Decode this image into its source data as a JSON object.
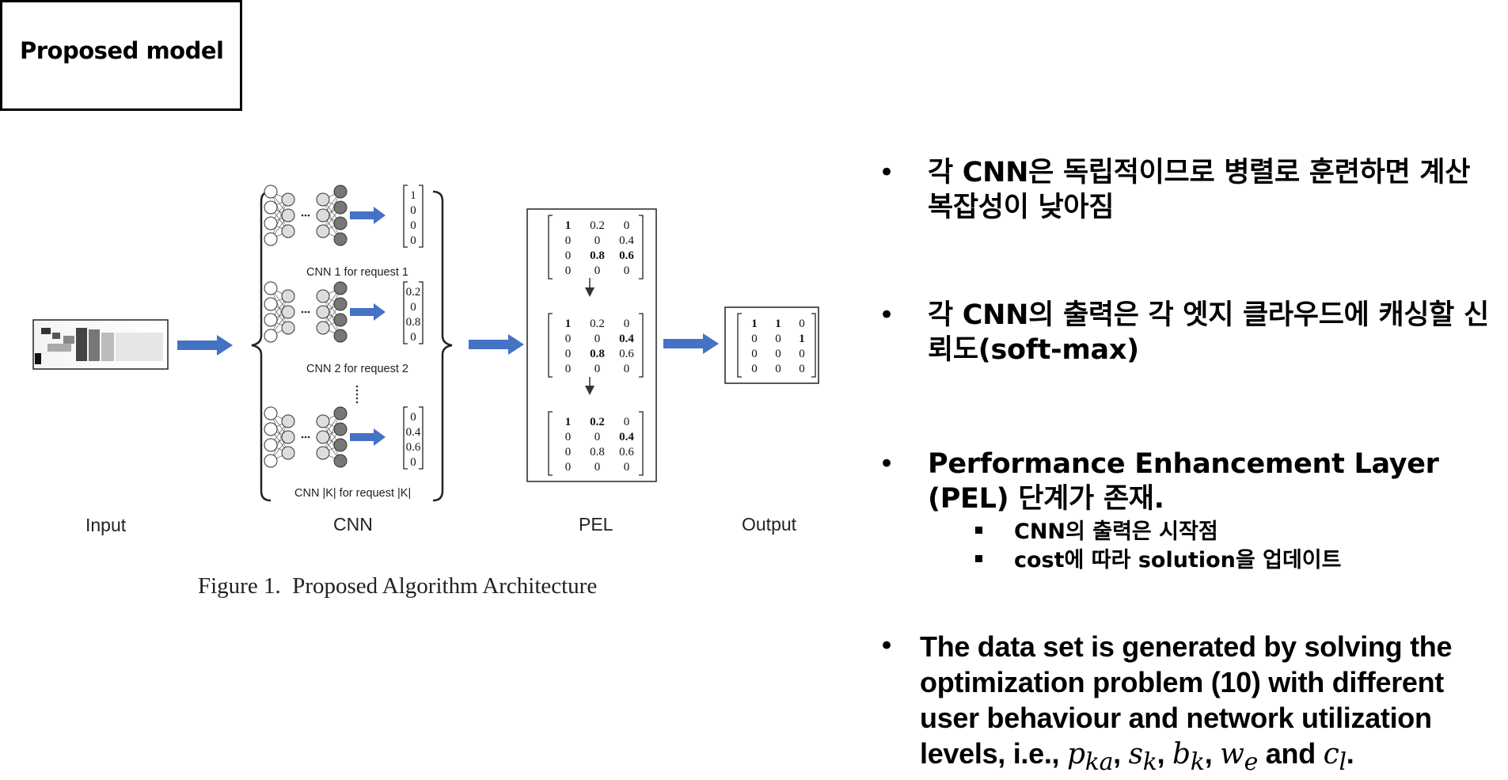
{
  "slide_title": "Proposed model",
  "diagram": {
    "stage_labels": {
      "input": "Input",
      "cnn": "CNN",
      "pel": "PEL",
      "output": "Output"
    },
    "cnn_labels": [
      "CNN 1 for request 1",
      "CNN 2 for request 2",
      "CNN |K| for request |K|"
    ],
    "cnn_outputs": [
      [
        "1",
        "0",
        "0",
        "0"
      ],
      [
        "0.2",
        "0",
        "0.8",
        "0"
      ],
      [
        "0",
        "0.4",
        "0.6",
        "0"
      ]
    ],
    "pel_matrices": [
      [
        [
          "1",
          "0.2",
          "0"
        ],
        [
          "0",
          "0",
          "0.4"
        ],
        [
          "0",
          "0.8",
          "0.6"
        ],
        [
          "0",
          "0",
          "0"
        ]
      ],
      [
        [
          "1",
          "0.2",
          "0"
        ],
        [
          "0",
          "0",
          "0.4"
        ],
        [
          "0",
          "0.8",
          "0.6"
        ],
        [
          "0",
          "0",
          "0"
        ]
      ],
      [
        [
          "1",
          "0.2",
          "0"
        ],
        [
          "0",
          "0",
          "0.4"
        ],
        [
          "0",
          "0.8",
          "0.6"
        ],
        [
          "0",
          "0",
          "0"
        ]
      ]
    ],
    "output_matrix": [
      [
        "1",
        "1",
        "0"
      ],
      [
        "0",
        "0",
        "1"
      ],
      [
        "0",
        "0",
        "0"
      ],
      [
        "0",
        "0",
        "0"
      ]
    ],
    "caption": "Figure 1.  Proposed Algorithm Architecture"
  },
  "bullets": {
    "b1": "각  CNN은 독립적이므로 병렬로 훈련하면 계산 복잡성이 낮아짐",
    "b2": "각 CNN의 출력은 각 엣지 클라우드에 캐싱할 신뢰도(soft-max)",
    "b3": "Performance Enhancement Layer (PEL) 단계가 존재.",
    "b3_sub1": "CNN의 출력은 시작점",
    "b3_sub2": "cost에 따라 solution을 업데이트",
    "b4": "The data set is generated by solving the optimization problem (10) with different user behaviour and network utilization levels, i.e.,",
    "b4_vars": [
      "p",
      "ka",
      "s",
      "k",
      "b",
      "k",
      "w",
      "e",
      "c",
      "l"
    ],
    "b4_and": "and",
    "bullet_char": "•"
  }
}
